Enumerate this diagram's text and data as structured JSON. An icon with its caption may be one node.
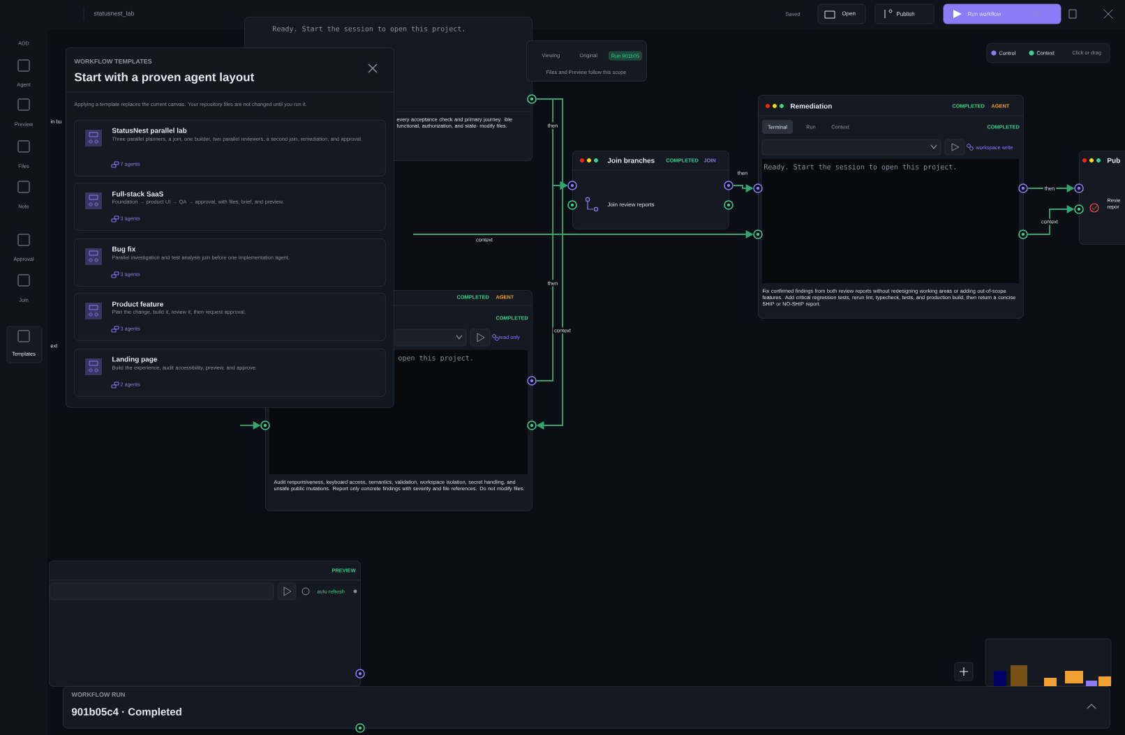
{
  "diagram": {
    "nodes": [
      {
        "text": [
          "WORKFLOW TEMPLATES",
          "Start with a proven agent layout",
          "Applying a template replaces the current canvas. Your repository files are not changed until you run it."
        ]
      },
      {
        "text": [
          "StatusNest parallel lab",
          "Three parallel planners, a join, one builder, two parallel reviewers, a second join, remediation, and approval.",
          "7 agents"
        ],
        "in": 0
      },
      {
        "text": [
          "Full-stack SaaS",
          "Foundation → product UI → QA → approval, with files, brief, and preview.",
          "3 agents"
        ],
        "in": 0
      },
      {
        "text": [
          "Bug fix",
          "Parallel investigation and test analysis join before one implementation agent.",
          "3 agents"
        ],
        "in": 0
      },
      {
        "text": [
          "Product feature",
          "Plan the change, build it, review it, then request approval.",
          "3 agents"
        ],
        "in": 0
      },
      {
        "text": [
          "Landing page",
          "Build the experience, audit accessibility, preview, and approve.",
          "2 agents"
        ],
        "in": 0
      },
      {
        "text": [
          "Ready. Start the session to open this project.",
          "every acceptance check and primary journey. ible functional, authorization, and state- modify files."
        ]
      },
      {
        "text": [
          "Viewing",
          "Original",
          "Run 901b05",
          "Files and Preview follow this scope"
        ]
      },
      {
        "text": [
          "Join branches",
          "COMPLETED",
          "JOIN",
          "Join review reports"
        ]
      },
      {
        "text": [
          "Remediation",
          "COMPLETED",
          "AGENT",
          "Terminal",
          "Run",
          "Context",
          "COMPLETED",
          "workspace write",
          "Ready. Start the session to open this project.",
          "Fix confirmed findings from both review reports without redesigning working areas or adding out-of-scope features. Add critical regression tests, rerun lint, typecheck, tests, and production build, then return a concise SHIP or NO-SHIP report."
        ]
      },
      {
        "text": [
          "Pub",
          "Revie repor"
        ]
      },
      {
        "text": [
          "COMPLETED",
          "AGENT",
          "COMPLETED",
          "read only",
          "open this project.",
          "Audit responsiveness, keyboard access, semantics, validation, workspace isolation, secret handling, and unsafe public mutations. Report only concrete findings with severity and file references. Do not modify files."
        ]
      },
      {
        "text": [
          "PREVIEW",
          "auto refresh"
        ]
      },
      {
        "text": [
          "WORKFLOW RUN",
          "901b05c4 · Completed"
        ]
      }
    ],
    "edges": [
      {
        "from": 6,
        "to": 8,
        "arrow": "to",
        "label": "then"
      },
      {
        "from": 11,
        "to": 8,
        "arrow": "to",
        "label": "then"
      },
      {
        "from": 8,
        "to": 9,
        "arrow": "to",
        "label": "then"
      },
      {
        "from": null,
        "to": 9,
        "arrow": "to",
        "label": "context"
      },
      {
        "from": 9,
        "to": 10,
        "arrow": "to",
        "label": "then"
      },
      {
        "from": 9,
        "to": 10,
        "arrow": "to",
        "label": "context"
      },
      {
        "from": 6,
        "to": 11,
        "arrow": "to",
        "label": "context"
      },
      {
        "from": null,
        "to": 11,
        "arrow": "to"
      }
    ],
    "labels": [
      "statusnest_lab",
      "Saved",
      "Open",
      "Publish",
      "Run workflow",
      "ADD",
      "Agent",
      "Preview",
      "Files",
      "Note",
      "Approval",
      "Join",
      "Templates",
      "in bu",
      "ext",
      "Click or drag"
    ],
    "legend": [
      {
        "text": "Control",
        "color": "#8b7cf6"
      },
      {
        "text": "Context",
        "color": "#3ecf8e"
      }
    ]
  }
}
